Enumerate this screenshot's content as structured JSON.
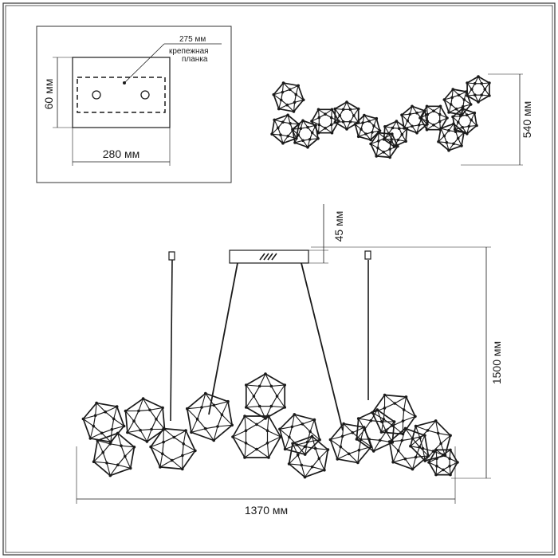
{
  "top_view": {
    "width_label": "280 мм",
    "height_label": "60 мм",
    "plate_width_label": "275 мм",
    "plate_caption_line1": "крепежная",
    "plate_caption_line2": "планка"
  },
  "plan_view": {
    "depth_label": "540 мм"
  },
  "front_view": {
    "canopy_height_label": "45 мм",
    "total_height_label": "1500 мм",
    "total_width_label": "1370 мм"
  },
  "colors": {
    "line": "#1a1a1a",
    "frame": "#333333"
  }
}
